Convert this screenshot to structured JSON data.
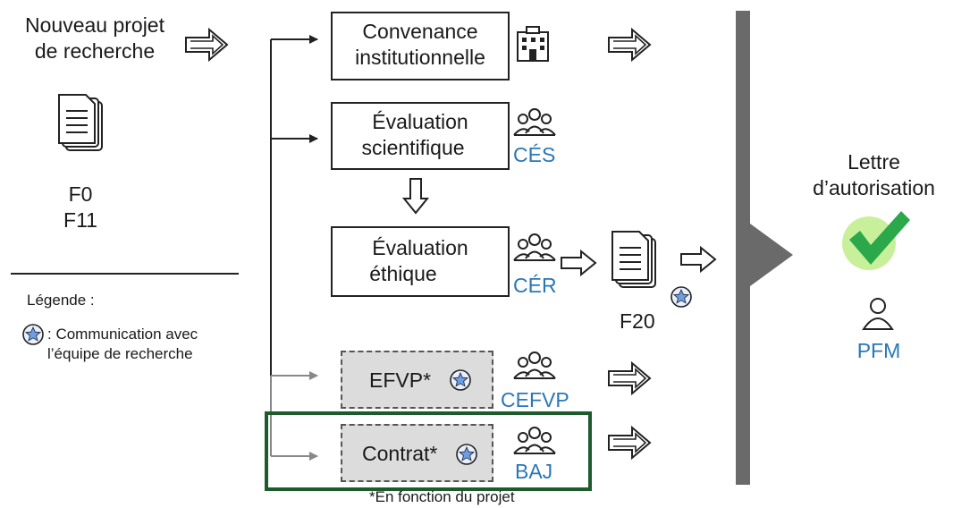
{
  "start": {
    "line1": "Nouveau projet",
    "line2": "de recherche"
  },
  "forms": {
    "f0": "F0",
    "f11": "F11",
    "f20": "F20"
  },
  "legend": {
    "title": "Légende :",
    "desc_line1": ": Communication avec",
    "desc_line2": "l’équipe de recherche"
  },
  "steps": {
    "convenance": {
      "line1": "Convenance",
      "line2": "institutionnelle"
    },
    "scientifique": {
      "line1": "Évaluation",
      "line2": "scientifique",
      "committee": "CÉS"
    },
    "ethique": {
      "line1": "Évaluation",
      "line2": "éthique",
      "committee": "CÉR"
    },
    "efvp": {
      "label": "EFVP*",
      "committee": "CEFVP"
    },
    "contrat": {
      "label": "Contrat*",
      "committee": "BAJ"
    }
  },
  "footnote": "*En fonction du projet",
  "result": {
    "line1": "Lettre",
    "line2": "d’autorisation",
    "owner": "PFM"
  },
  "colors": {
    "highlight": "#1d5b2c",
    "committee_text": "#2a77b8",
    "check_green": "#2aa84a",
    "check_halo": "#c8f09a",
    "star_fill": "#6d9ee8"
  }
}
